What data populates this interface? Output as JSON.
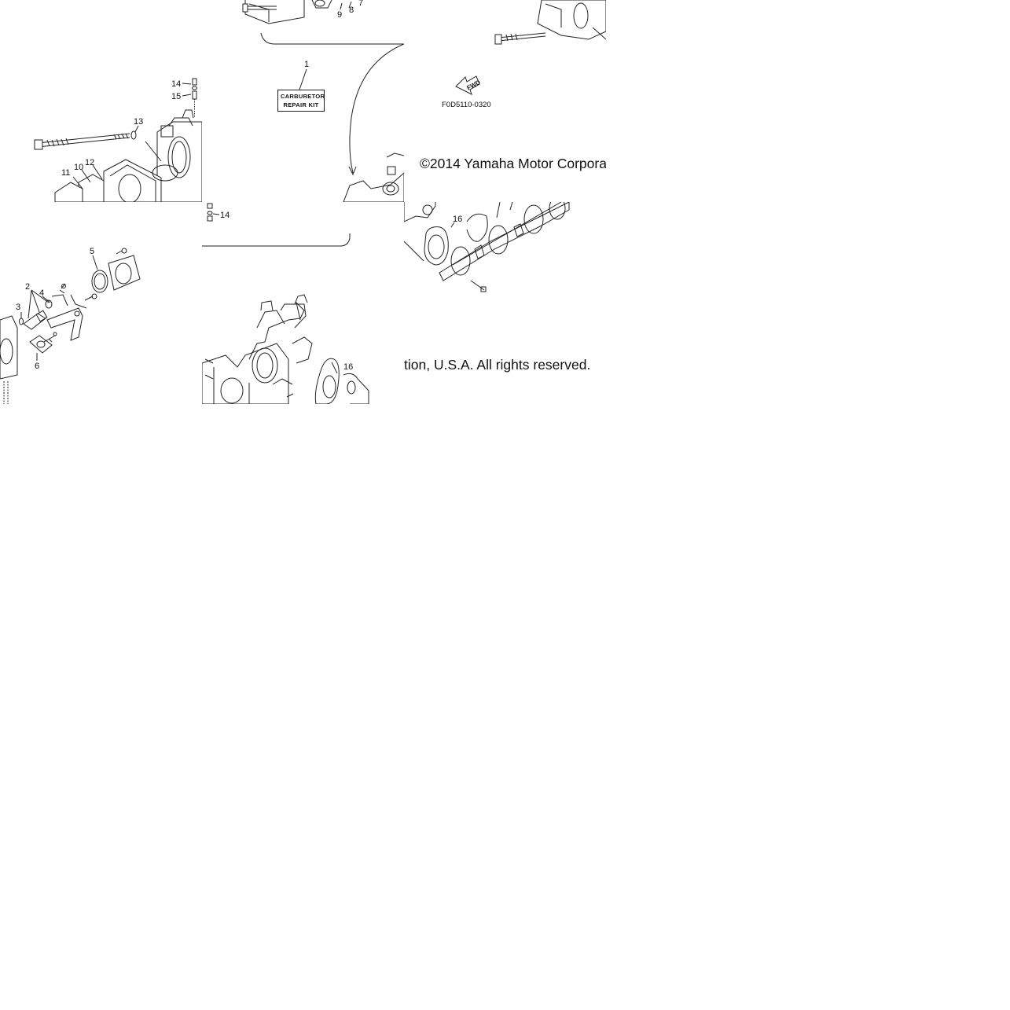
{
  "diagram": {
    "callouts": {
      "c1": "1",
      "c2": "2",
      "c3": "3",
      "c4": "4",
      "c5": "5",
      "c6": "6",
      "c7": "7",
      "c8": "8",
      "c9": "9",
      "c10": "10",
      "c11": "11",
      "c12": "12",
      "c13": "13",
      "c14a": "14",
      "c14b": "14",
      "c15": "15",
      "c16a": "16",
      "c16b": "16"
    },
    "kit_label_line1": "CARBURETOR",
    "kit_label_line2": "REPAIR KIT",
    "fwd_label": "FWD",
    "figure_code": "F0D5110-0320"
  },
  "copyright": {
    "part1": "©2014 Yamaha Motor Corpora",
    "part2": "tion, U.S.A. All rights reserved."
  }
}
